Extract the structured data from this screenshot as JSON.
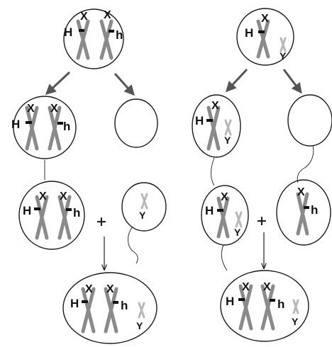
{
  "labels": {
    "x": "X",
    "y": "Y",
    "dominant": "H",
    "recessive": "h",
    "plus": "+"
  }
}
